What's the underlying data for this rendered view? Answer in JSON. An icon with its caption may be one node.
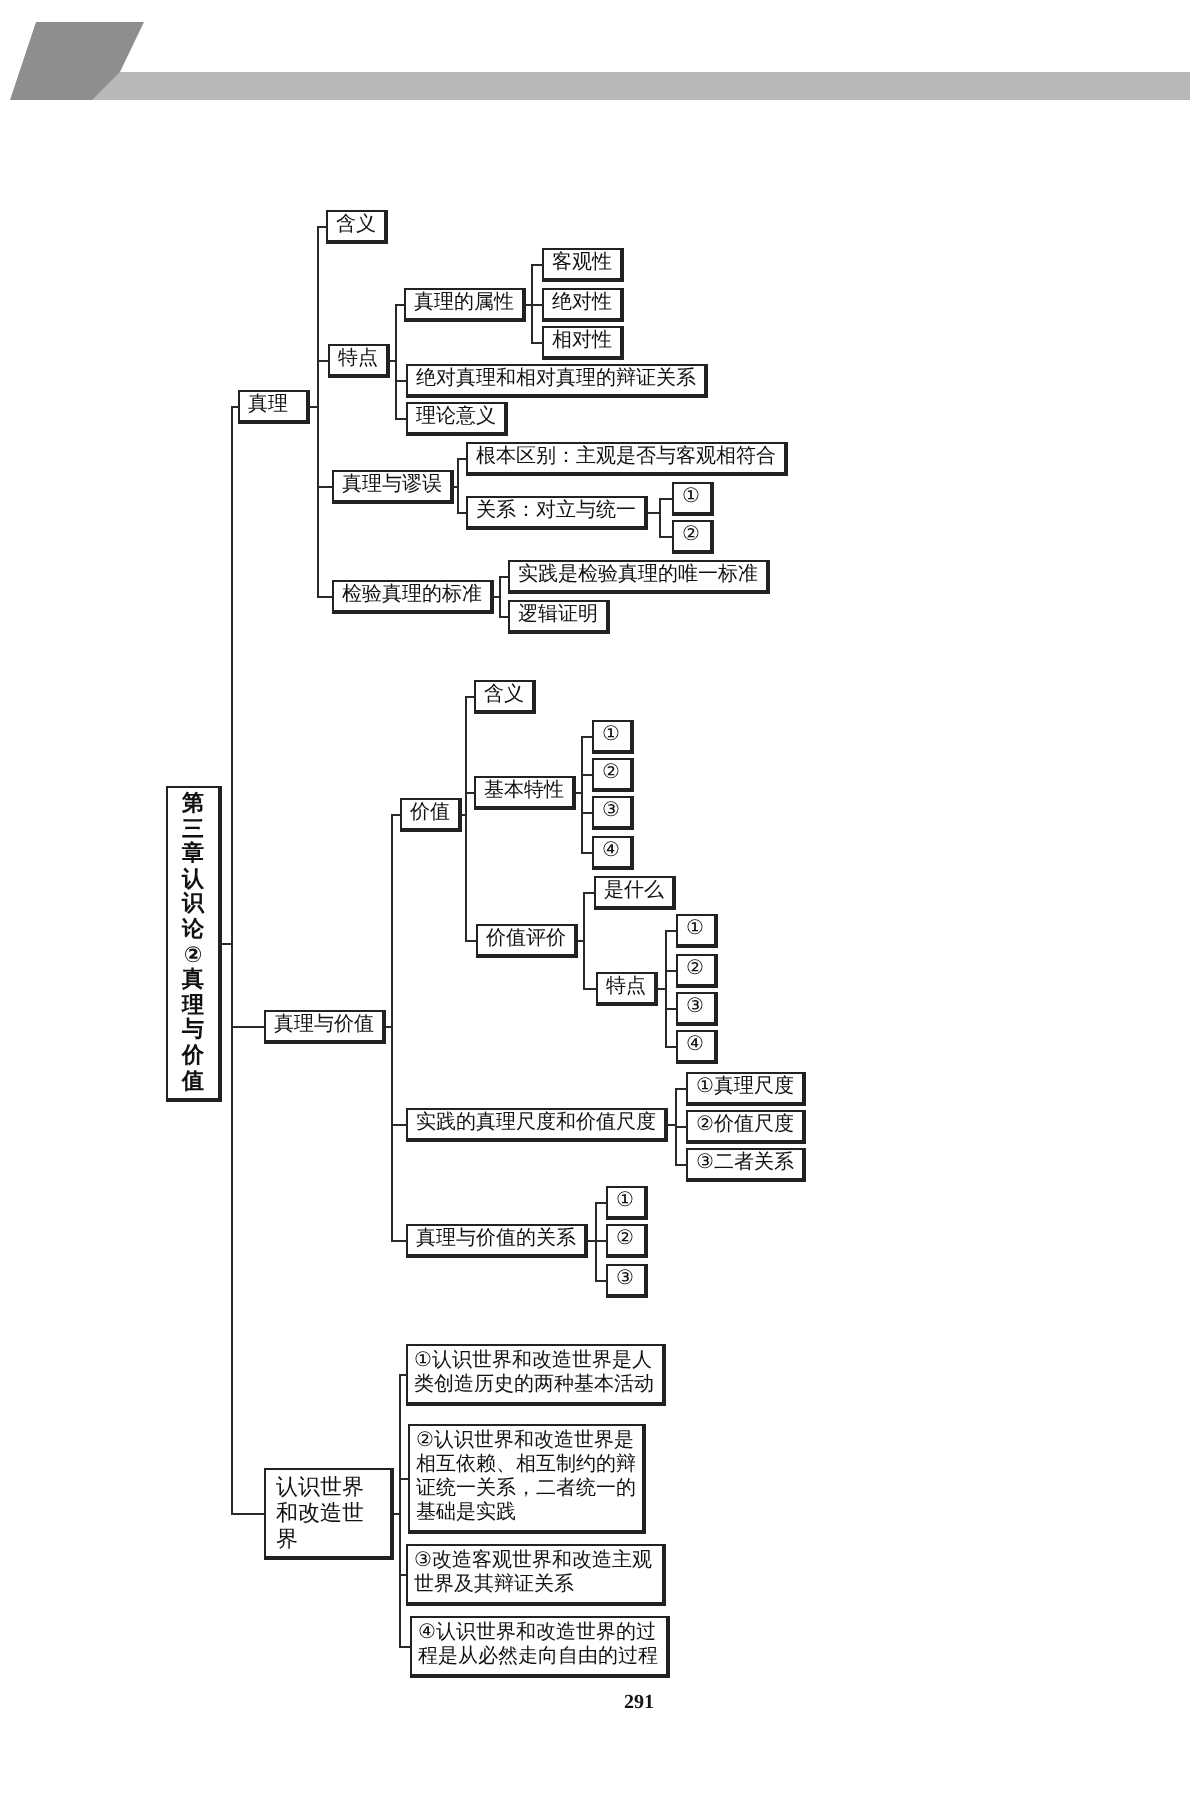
{
  "diagram": {
    "nodes": [
      {
        "text": [
          "第三章认识论②真理与价值"
        ]
      },
      {
        "text": [
          "真理"
        ]
      },
      {
        "text": [
          "含义"
        ]
      },
      {
        "text": [
          "特点"
        ]
      },
      {
        "text": [
          "真理的属性"
        ]
      },
      {
        "text": [
          "客观性"
        ]
      },
      {
        "text": [
          "绝对性"
        ]
      },
      {
        "text": [
          "相对性"
        ]
      },
      {
        "text": [
          "绝对真理和相对真理的辩证关系"
        ]
      },
      {
        "text": [
          "理论意义"
        ]
      },
      {
        "text": [
          "真理与谬误"
        ]
      },
      {
        "text": [
          "根本区别：主观是否与客观相符合"
        ]
      },
      {
        "text": [
          "关系：对立与统一"
        ]
      },
      {
        "text": [
          "①"
        ]
      },
      {
        "text": [
          "②"
        ]
      },
      {
        "text": [
          "检验真理的标准"
        ]
      },
      {
        "text": [
          "实践是检验真理的唯一标准"
        ]
      },
      {
        "text": [
          "逻辑证明"
        ]
      },
      {
        "text": [
          "真理与价值"
        ]
      },
      {
        "text": [
          "价值"
        ]
      },
      {
        "text": [
          "含义"
        ]
      },
      {
        "text": [
          "基本特性"
        ]
      },
      {
        "text": [
          "①"
        ]
      },
      {
        "text": [
          "②"
        ]
      },
      {
        "text": [
          "③"
        ]
      },
      {
        "text": [
          "④"
        ]
      },
      {
        "text": [
          "价值评价"
        ]
      },
      {
        "text": [
          "是什么"
        ]
      },
      {
        "text": [
          "特点"
        ]
      },
      {
        "text": [
          "①"
        ]
      },
      {
        "text": [
          "②"
        ]
      },
      {
        "text": [
          "③"
        ]
      },
      {
        "text": [
          "④"
        ]
      },
      {
        "text": [
          "实践的真理尺度和价值尺度"
        ]
      },
      {
        "text": [
          "①真理尺度"
        ]
      },
      {
        "text": [
          "②价值尺度"
        ]
      },
      {
        "text": [
          "③二者关系"
        ]
      },
      {
        "text": [
          "真理与价值的关系"
        ]
      },
      {
        "text": [
          "①"
        ]
      },
      {
        "text": [
          "②"
        ]
      },
      {
        "text": [
          "③"
        ]
      },
      {
        "text": [
          "认识世界和改造世界"
        ]
      },
      {
        "text": [
          "①认识世界和改造世界是人类创造历史的两种基本活动"
        ]
      },
      {
        "text": [
          "②认识世界和改造世界是相互依赖、相互制约的辩证统一关系，二者统一的基础是实践"
        ]
      },
      {
        "text": [
          "③改造客观世界和改造主观世界及其辩证关系"
        ]
      },
      {
        "text": [
          "④认识世界和改造世界的过程是从必然走向自由的过程"
        ]
      }
    ],
    "edges": [
      {
        "from": 0,
        "to": 1,
        "arrow": "none"
      },
      {
        "from": 1,
        "to": 2,
        "arrow": "none"
      },
      {
        "from": 1,
        "to": 3,
        "arrow": "none"
      },
      {
        "from": 3,
        "to": 4,
        "arrow": "none"
      },
      {
        "from": 4,
        "to": 5,
        "arrow": "none"
      },
      {
        "from": 4,
        "to": 6,
        "arrow": "none"
      },
      {
        "from": 4,
        "to": 7,
        "arrow": "none"
      },
      {
        "from": 3,
        "to": 8,
        "arrow": "none"
      },
      {
        "from": 3,
        "to": 9,
        "arrow": "none"
      },
      {
        "from": 1,
        "to": 10,
        "arrow": "none"
      },
      {
        "from": 10,
        "to": 11,
        "arrow": "none"
      },
      {
        "from": 10,
        "to": 12,
        "arrow": "none"
      },
      {
        "from": 12,
        "to": 13,
        "arrow": "none"
      },
      {
        "from": 12,
        "to": 14,
        "arrow": "none"
      },
      {
        "from": 1,
        "to": 15,
        "arrow": "none"
      },
      {
        "from": 15,
        "to": 16,
        "arrow": "none"
      },
      {
        "from": 15,
        "to": 17,
        "arrow": "none"
      },
      {
        "from": 0,
        "to": 18,
        "arrow": "none"
      },
      {
        "from": 18,
        "to": 19,
        "arrow": "none"
      },
      {
        "from": 19,
        "to": 20,
        "arrow": "none"
      },
      {
        "from": 19,
        "to": 21,
        "arrow": "none"
      },
      {
        "from": 21,
        "to": 22,
        "arrow": "none"
      },
      {
        "from": 21,
        "to": 23,
        "arrow": "none"
      },
      {
        "from": 21,
        "to": 24,
        "arrow": "none"
      },
      {
        "from": 21,
        "to": 25,
        "arrow": "none"
      },
      {
        "from": 19,
        "to": 26,
        "arrow": "none"
      },
      {
        "from": 26,
        "to": 27,
        "arrow": "none"
      },
      {
        "from": 26,
        "to": 28,
        "arrow": "none"
      },
      {
        "from": 28,
        "to": 29,
        "arrow": "none"
      },
      {
        "from": 28,
        "to": 30,
        "arrow": "none"
      },
      {
        "from": 28,
        "to": 31,
        "arrow": "none"
      },
      {
        "from": 28,
        "to": 32,
        "arrow": "none"
      },
      {
        "from": 18,
        "to": 33,
        "arrow": "none"
      },
      {
        "from": 33,
        "to": 34,
        "arrow": "none"
      },
      {
        "from": 33,
        "to": 35,
        "arrow": "none"
      },
      {
        "from": 33,
        "to": 36,
        "arrow": "none"
      },
      {
        "from": 18,
        "to": 37,
        "arrow": "none"
      },
      {
        "from": 37,
        "to": 38,
        "arrow": "none"
      },
      {
        "from": 37,
        "to": 39,
        "arrow": "none"
      },
      {
        "from": 37,
        "to": 40,
        "arrow": "none"
      },
      {
        "from": 0,
        "to": 41,
        "arrow": "none"
      },
      {
        "from": 41,
        "to": 42,
        "arrow": "none"
      },
      {
        "from": 41,
        "to": 43,
        "arrow": "none"
      },
      {
        "from": 41,
        "to": 44,
        "arrow": "none"
      },
      {
        "from": 41,
        "to": 45,
        "arrow": "none"
      }
    ],
    "labels": [
      "291"
    ]
  }
}
